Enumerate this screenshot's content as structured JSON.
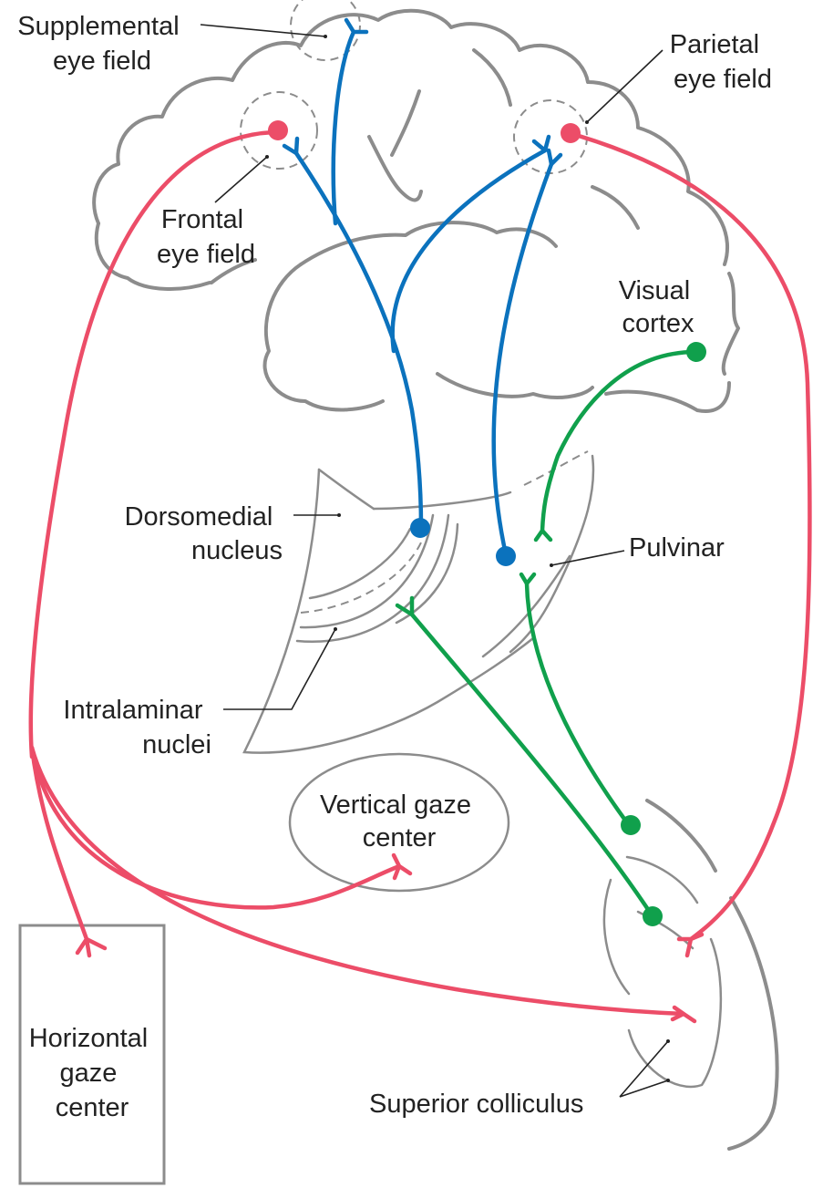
{
  "labels": {
    "supplemental_eye_field": [
      "Supplemental",
      "eye field"
    ],
    "parietal_eye_field": [
      "Parietal",
      "eye field"
    ],
    "frontal_eye_field": [
      "Frontal",
      "eye field"
    ],
    "visual_cortex": [
      "Visual",
      "cortex"
    ],
    "dorsomedial_nucleus": [
      "Dorsomedial",
      "nucleus"
    ],
    "pulvinar": [
      "Pulvinar"
    ],
    "intralaminar_nuclei": [
      "Intralaminar",
      "nuclei"
    ],
    "vertical_gaze_center": [
      "Vertical gaze",
      "center"
    ],
    "horizontal_gaze_center": [
      "Horizontal",
      "gaze",
      "center"
    ],
    "superior_colliculus": [
      "Superior colliculus"
    ]
  },
  "colors": {
    "red_pathway": "#ec4d68",
    "blue_pathway": "#0b72bd",
    "green_pathway": "#10a04c",
    "outline": "#8c8c8c"
  }
}
